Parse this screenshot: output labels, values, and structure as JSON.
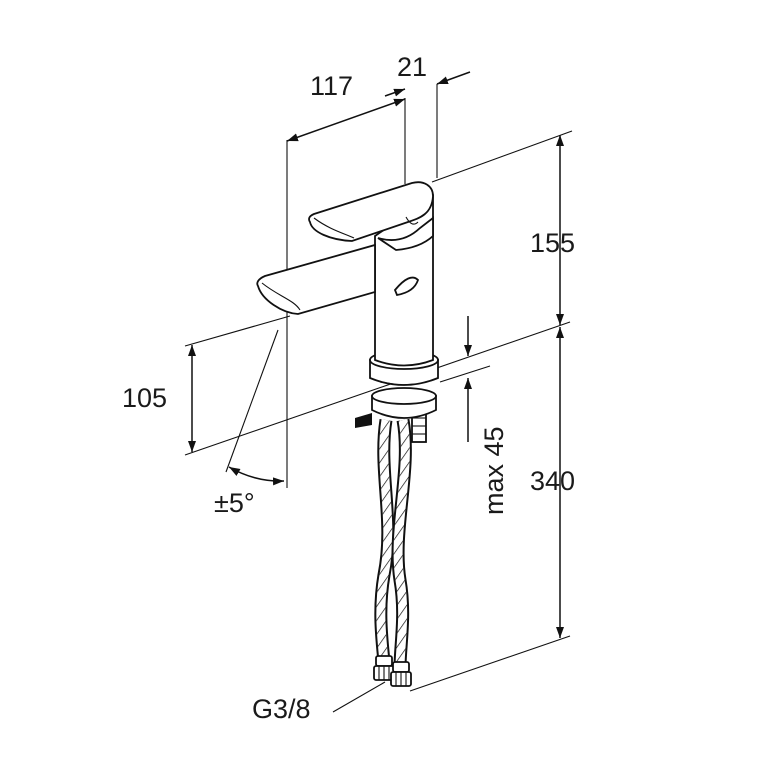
{
  "labels": {
    "width_117": "117",
    "depth_21": "21",
    "height_155": "155",
    "height_105": "105",
    "height_340": "340",
    "max_45": "max 45",
    "swivel": "±5°",
    "thread": "G3/8"
  }
}
